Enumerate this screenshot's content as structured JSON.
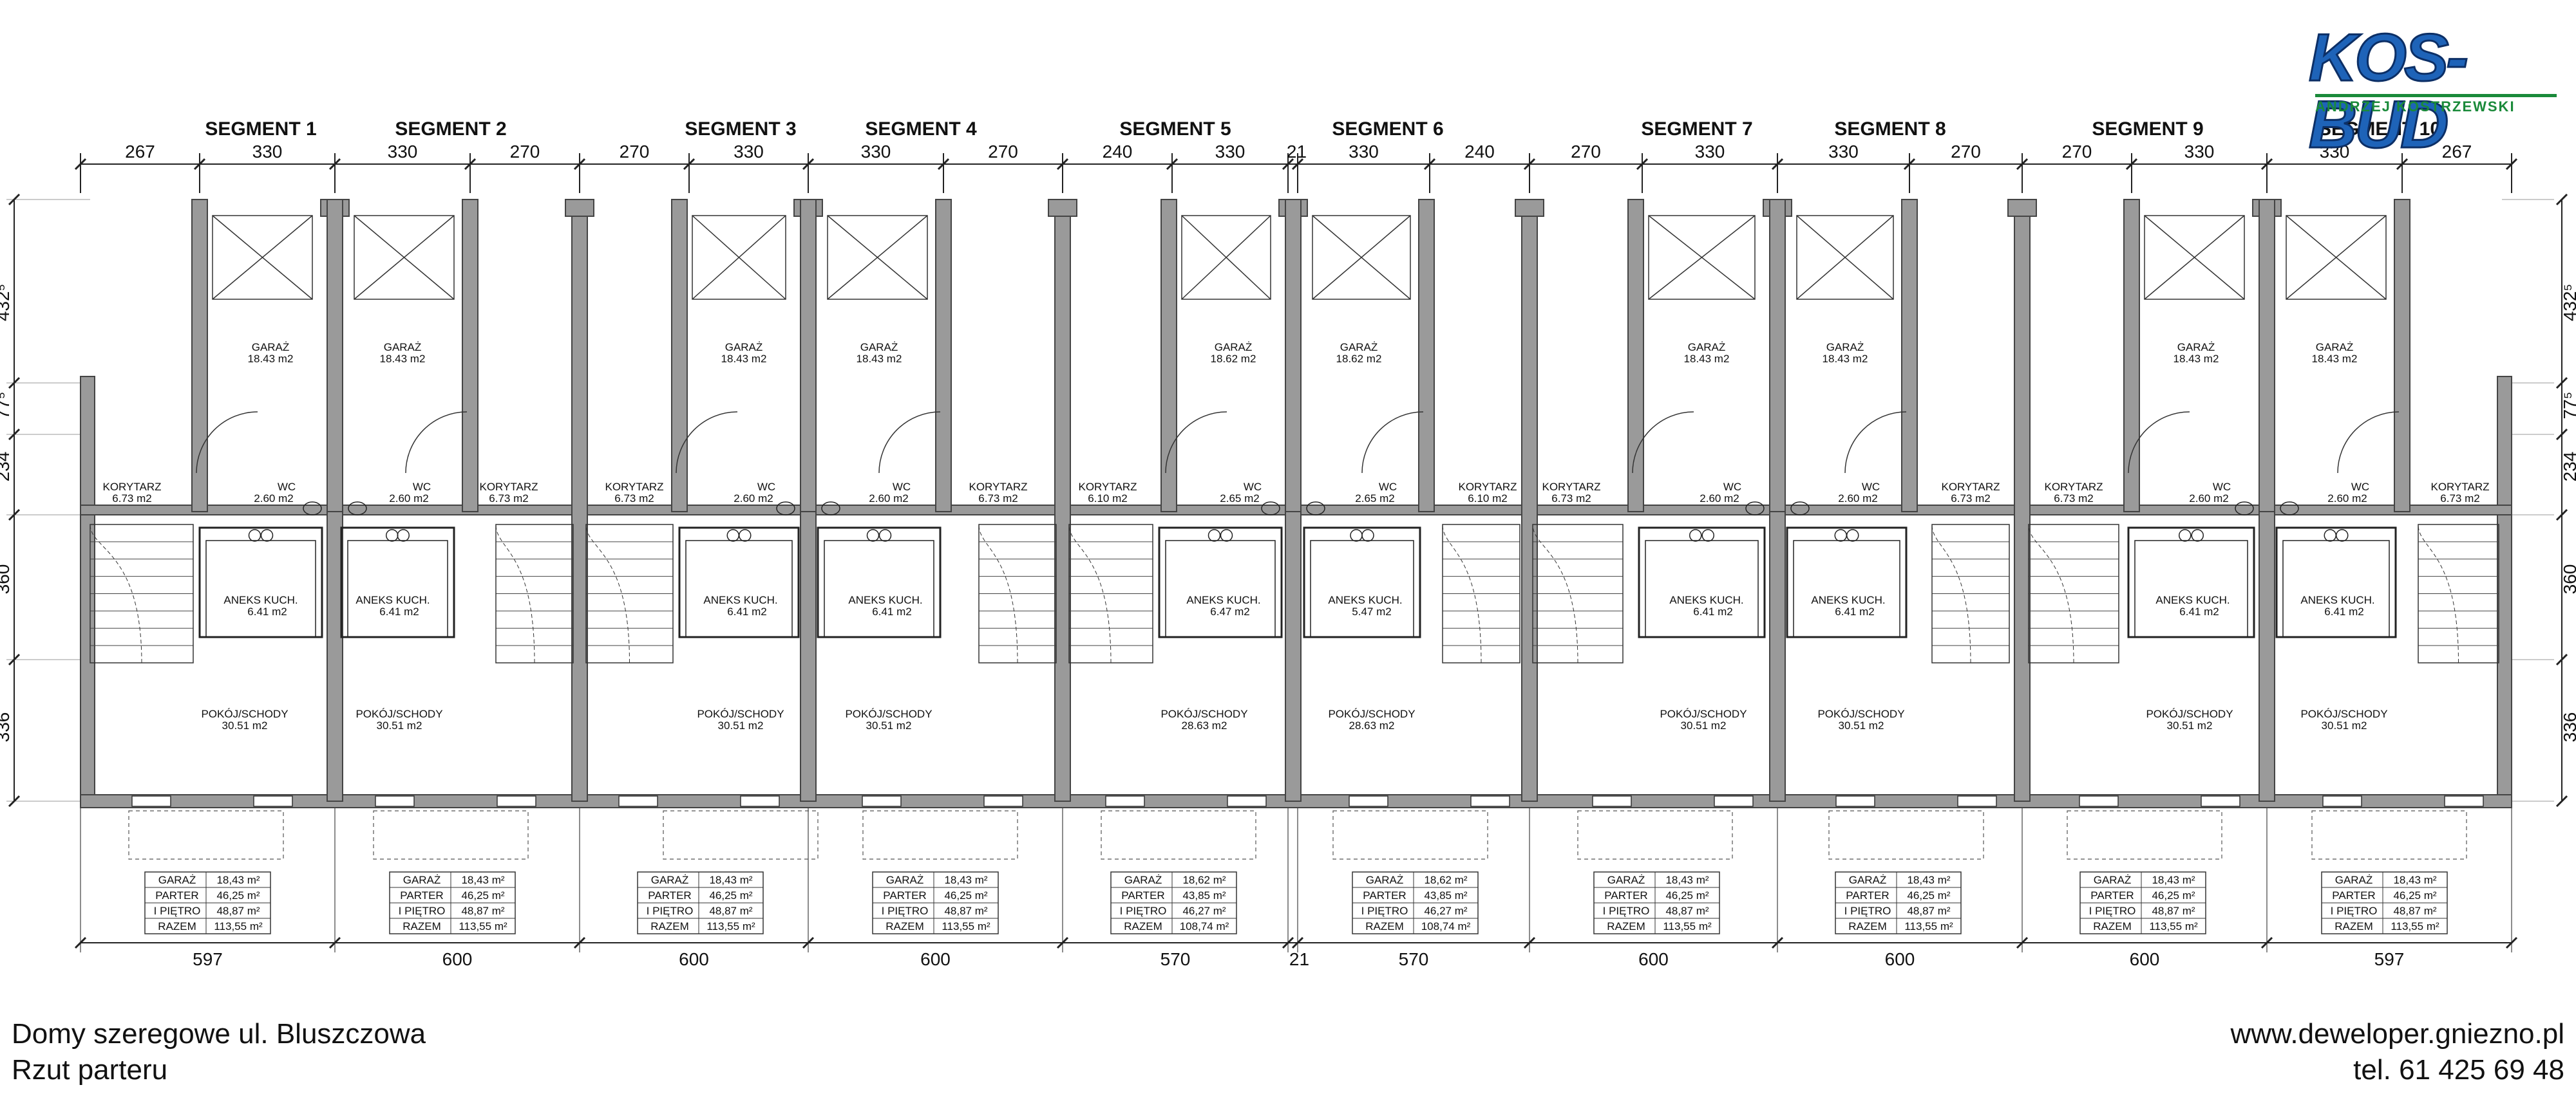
{
  "brand": {
    "name": "KOS-BUD",
    "owner": "ANDRZEJ KOSTRZEWSKI",
    "brand_color": "#1e63b8",
    "owner_color": "#1a8a3a"
  },
  "footer": {
    "title_line1": "Domy szeregowe ul. Bluszczowa",
    "title_line2": "Rzut parteru",
    "website": "www.deweloper.gniezno.pl",
    "phone": "tel. 61 425 69 48"
  },
  "segments": [
    {
      "title": "SEGMENT 1",
      "garage": "GARAŻ",
      "garage_area": "18.43 m2",
      "wc": "WC",
      "wc_area": "2.60 m2",
      "corr": "KORYTARZ",
      "corr_area": "6.73 m2",
      "kitchen": "ANEKS KUCH.",
      "kitchen_area": "6.41 m2",
      "living": "POKÓJ/SCHODY",
      "living_area": "30.51 m2",
      "table": [
        [
          "GARAŻ",
          "18,43 m²"
        ],
        [
          "PARTER",
          "46,25 m²"
        ],
        [
          "I PIĘTRO",
          "48,87 m²"
        ],
        [
          "RAZEM",
          "113,55 m²"
        ]
      ]
    },
    {
      "title": "SEGMENT 2",
      "garage": "GARAŻ",
      "garage_area": "18.43 m2",
      "wc": "WC",
      "wc_area": "2.60 m2",
      "corr": "KORYTARZ",
      "corr_area": "6.73 m2",
      "kitchen": "ANEKS KUCH.",
      "kitchen_area": "6.41 m2",
      "living": "POKÓJ/SCHODY",
      "living_area": "30.51 m2",
      "table": [
        [
          "GARAŻ",
          "18,43 m²"
        ],
        [
          "PARTER",
          "46,25 m²"
        ],
        [
          "I PIĘTRO",
          "48,87 m²"
        ],
        [
          "RAZEM",
          "113,55 m²"
        ]
      ]
    },
    {
      "title": "SEGMENT 3",
      "garage": "GARAŻ",
      "garage_area": "18.43 m2",
      "wc": "WC",
      "wc_area": "2.60 m2",
      "corr": "KORYTARZ",
      "corr_area": "6.73 m2",
      "kitchen": "ANEKS KUCH.",
      "kitchen_area": "6.41 m2",
      "living": "POKÓJ/SCHODY",
      "living_area": "30.51 m2",
      "table": [
        [
          "GARAŻ",
          "18,43 m²"
        ],
        [
          "PARTER",
          "46,25 m²"
        ],
        [
          "I PIĘTRO",
          "48,87 m²"
        ],
        [
          "RAZEM",
          "113,55 m²"
        ]
      ]
    },
    {
      "title": "SEGMENT 4",
      "garage": "GARAŻ",
      "garage_area": "18.43 m2",
      "wc": "WC",
      "wc_area": "2.60 m2",
      "corr": "KORYTARZ",
      "corr_area": "6.73 m2",
      "kitchen": "ANEKS KUCH.",
      "kitchen_area": "6.41 m2",
      "living": "POKÓJ/SCHODY",
      "living_area": "30.51 m2",
      "table": [
        [
          "GARAŻ",
          "18,43 m²"
        ],
        [
          "PARTER",
          "46,25 m²"
        ],
        [
          "I PIĘTRO",
          "48,87 m²"
        ],
        [
          "RAZEM",
          "113,55 m²"
        ]
      ]
    },
    {
      "title": "SEGMENT 5",
      "garage": "GARAŻ",
      "garage_area": "18.62 m2",
      "wc": "WC",
      "wc_area": "2.65 m2",
      "corr": "KORYTARZ",
      "corr_area": "6.10 m2",
      "kitchen": "ANEKS KUCH.",
      "kitchen_area": "6.47 m2",
      "living": "POKÓJ/SCHODY",
      "living_area": "28.63 m2",
      "table": [
        [
          "GARAŻ",
          "18,62 m²"
        ],
        [
          "PARTER",
          "43,85 m²"
        ],
        [
          "I PIĘTRO",
          "46,27 m²"
        ],
        [
          "RAZEM",
          "108,74 m²"
        ]
      ]
    },
    {
      "title": "SEGMENT 6",
      "garage": "GARAŻ",
      "garage_area": "18.62 m2",
      "wc": "WC",
      "wc_area": "2.65 m2",
      "corr": "KORYTARZ",
      "corr_area": "6.10 m2",
      "kitchen": "ANEKS KUCH.",
      "kitchen_area": "5.47 m2",
      "living": "POKÓJ/SCHODY",
      "living_area": "28.63 m2",
      "table": [
        [
          "GARAŻ",
          "18,62 m²"
        ],
        [
          "PARTER",
          "43,85 m²"
        ],
        [
          "I PIĘTRO",
          "46,27 m²"
        ],
        [
          "RAZEM",
          "108,74 m²"
        ]
      ]
    },
    {
      "title": "SEGMENT 7",
      "garage": "GARAŻ",
      "garage_area": "18.43 m2",
      "wc": "WC",
      "wc_area": "2.60 m2",
      "corr": "KORYTARZ",
      "corr_area": "6.73 m2",
      "kitchen": "ANEKS KUCH.",
      "kitchen_area": "6.41 m2",
      "living": "POKÓJ/SCHODY",
      "living_area": "30.51 m2",
      "table": [
        [
          "GARAŻ",
          "18,43 m²"
        ],
        [
          "PARTER",
          "46,25 m²"
        ],
        [
          "I PIĘTRO",
          "48,87 m²"
        ],
        [
          "RAZEM",
          "113,55 m²"
        ]
      ]
    },
    {
      "title": "SEGMENT 8",
      "garage": "GARAŻ",
      "garage_area": "18.43 m2",
      "wc": "WC",
      "wc_area": "2.60 m2",
      "corr": "KORYTARZ",
      "corr_area": "6.73 m2",
      "kitchen": "ANEKS KUCH.",
      "kitchen_area": "6.41 m2",
      "living": "POKÓJ/SCHODY",
      "living_area": "30.51 m2",
      "table": [
        [
          "GARAŻ",
          "18,43 m²"
        ],
        [
          "PARTER",
          "46,25 m²"
        ],
        [
          "I PIĘTRO",
          "48,87 m²"
        ],
        [
          "RAZEM",
          "113,55 m²"
        ]
      ]
    },
    {
      "title": "SEGMENT 9",
      "garage": "GARAŻ",
      "garage_area": "18.43 m2",
      "wc": "WC",
      "wc_area": "2.60 m2",
      "corr": "KORYTARZ",
      "corr_area": "6.73 m2",
      "kitchen": "ANEKS KUCH.",
      "kitchen_area": "6.41 m2",
      "living": "POKÓJ/SCHODY",
      "living_area": "30.51 m2",
      "table": [
        [
          "GARAŻ",
          "18,43 m²"
        ],
        [
          "PARTER",
          "46,25 m²"
        ],
        [
          "I PIĘTRO",
          "48,87 m²"
        ],
        [
          "RAZEM",
          "113,55 m²"
        ]
      ]
    },
    {
      "title": "SEGMENT 10",
      "garage": "GARAŻ",
      "garage_area": "18.43 m2",
      "wc": "WC",
      "wc_area": "2.60 m2",
      "corr": "KORYTARZ",
      "corr_area": "6.73 m2",
      "kitchen": "ANEKS KUCH.",
      "kitchen_area": "6.41 m2",
      "living": "POKÓJ/SCHODY",
      "living_area": "30.51 m2",
      "table": [
        [
          "GARAŻ",
          "18,43 m²"
        ],
        [
          "PARTER",
          "46,25 m²"
        ],
        [
          "I PIĘTRO",
          "48,87 m²"
        ],
        [
          "RAZEM",
          "113,55 m²"
        ]
      ]
    }
  ],
  "top_dimensions": [
    "267",
    "330",
    "330",
    "270",
    "270",
    "330",
    "330",
    "270",
    "240",
    "330",
    "21",
    "330",
    "240",
    "270",
    "330",
    "330",
    "270",
    "270",
    "330",
    "330",
    "267"
  ],
  "bottom_dimensions": [
    "597",
    "600",
    "600",
    "600",
    "570",
    "21",
    "570",
    "600",
    "600",
    "600",
    "597"
  ],
  "side_dimensions": [
    "432⁵",
    "77⁵",
    "234",
    "360",
    "336"
  ]
}
